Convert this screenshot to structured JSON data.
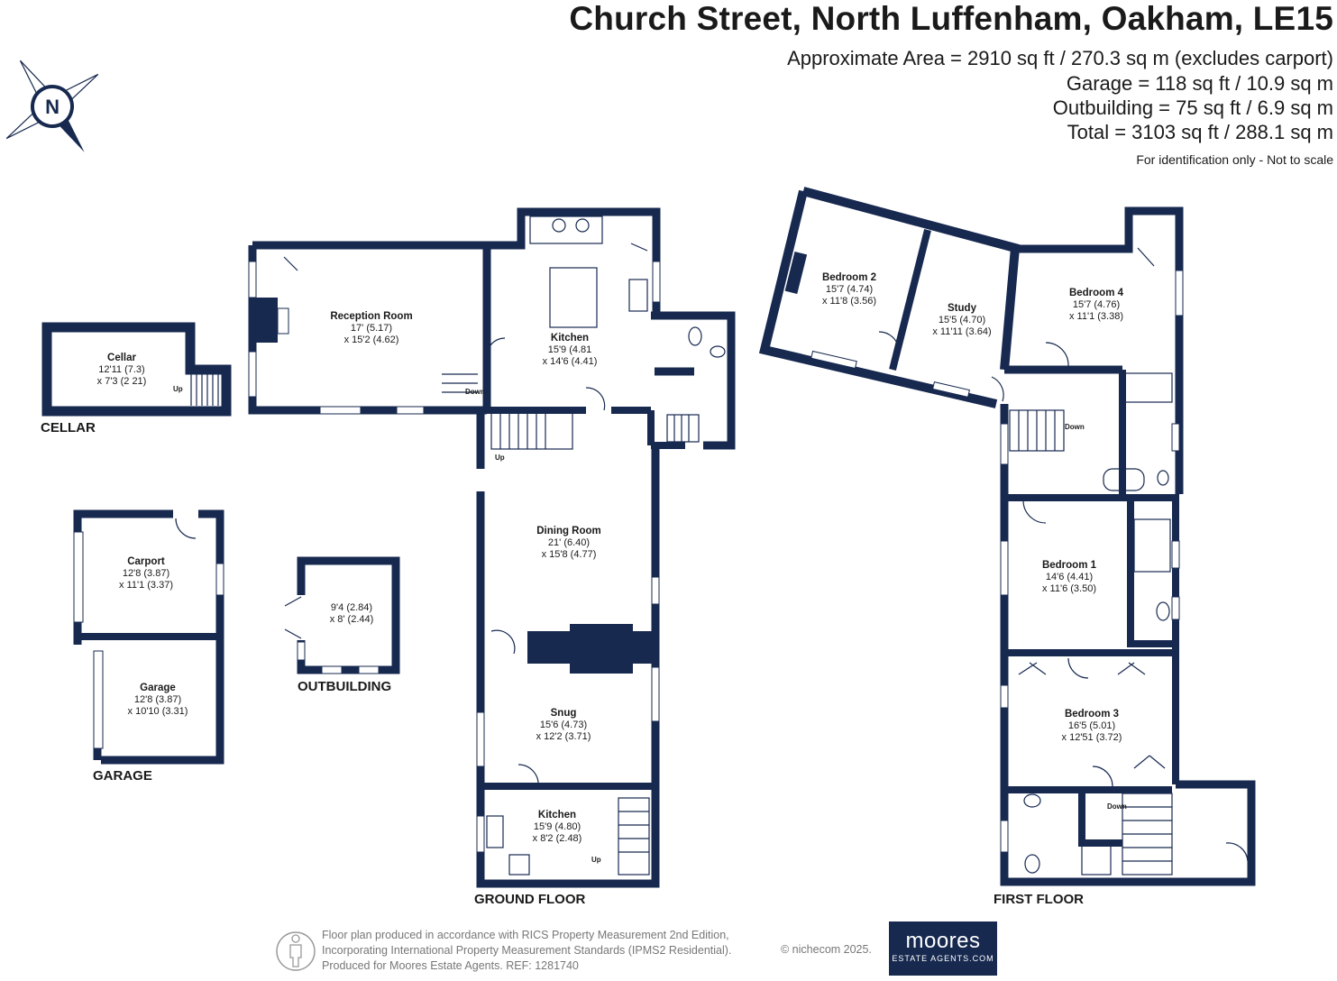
{
  "header": {
    "title": "Church Street, North Luffenham, Oakham, LE15",
    "areas": [
      "Approximate Area = 2910 sq ft / 270.3 sq m (excludes carport)",
      "Garage = 118 sq ft / 10.9 sq m",
      "Outbuilding = 75 sq ft / 6.9 sq m",
      "Total = 3103 sq ft / 288.1 sq m"
    ],
    "note": "For identification only - Not to scale"
  },
  "compass": {
    "letter": "N"
  },
  "floors": {
    "cellar": "CELLAR",
    "garage": "GARAGE",
    "outbuilding": "OUTBUILDING",
    "ground": "GROUND FLOOR",
    "first": "FIRST FLOOR"
  },
  "rooms": {
    "cellar": {
      "name": "Cellar",
      "dim1": "12'11 (7.3)",
      "dim2": "x 7'3 (2 21)"
    },
    "reception": {
      "name": "Reception Room",
      "dim1": "17' (5.17)",
      "dim2": "x 15'2 (4.62)"
    },
    "kitchen_main": {
      "name": "Kitchen",
      "dim1": "15'9 (4.81",
      "dim2": "x 14'6 (4.41)"
    },
    "dining": {
      "name": "Dining Room",
      "dim1": "21' (6.40)",
      "dim2": "x 15'8 (4.77)"
    },
    "snug": {
      "name": "Snug",
      "dim1": "15'6 (4.73)",
      "dim2": "x 12'2 (3.71)"
    },
    "kitchen_2": {
      "name": "Kitchen",
      "dim1": "15'9 (4.80)",
      "dim2": "x 8'2 (2.48)"
    },
    "carport": {
      "name": "Carport",
      "dim1": "12'8 (3.87)",
      "dim2": "x 11'1 (3.37)"
    },
    "garage": {
      "name": "Garage",
      "dim1": "12'8 (3.87)",
      "dim2": "x 10'10 (3.31)"
    },
    "outbuilding": {
      "dim1": "9'4 (2.84)",
      "dim2": "x 8' (2.44)"
    },
    "bedroom2": {
      "name": "Bedroom 2",
      "dim1": "15'7 (4.74)",
      "dim2": "x 11'8 (3.56)"
    },
    "study": {
      "name": "Study",
      "dim1": "15'5 (4.70)",
      "dim2": "x 11'11 (3.64)"
    },
    "bedroom4": {
      "name": "Bedroom 4",
      "dim1": "15'7 (4.76)",
      "dim2": "x 11'1 (3.38)"
    },
    "bedroom1": {
      "name": "Bedroom 1",
      "dim1": "14'6 (4.41)",
      "dim2": "x 11'6 (3.50)"
    },
    "bedroom3": {
      "name": "Bedroom 3",
      "dim1": "16'5 (5.01)",
      "dim2": "x 12'51 (3.72)"
    }
  },
  "stair_labels": {
    "up": "Up",
    "down": "Down"
  },
  "footer": {
    "lines": [
      "Floor plan produced in accordance with RICS Property Measurement 2nd Edition,",
      "Incorporating International Property Measurement Standards (IPMS2 Residential).",
      "Produced for Moores Estate Agents.   REF: 1281740"
    ],
    "copyright": "© nichecom 2025.",
    "logo_name": "moores",
    "logo_sub": "ESTATE AGENTS.COM"
  },
  "colors": {
    "wall": "#17294f",
    "footer_text": "#777777"
  }
}
